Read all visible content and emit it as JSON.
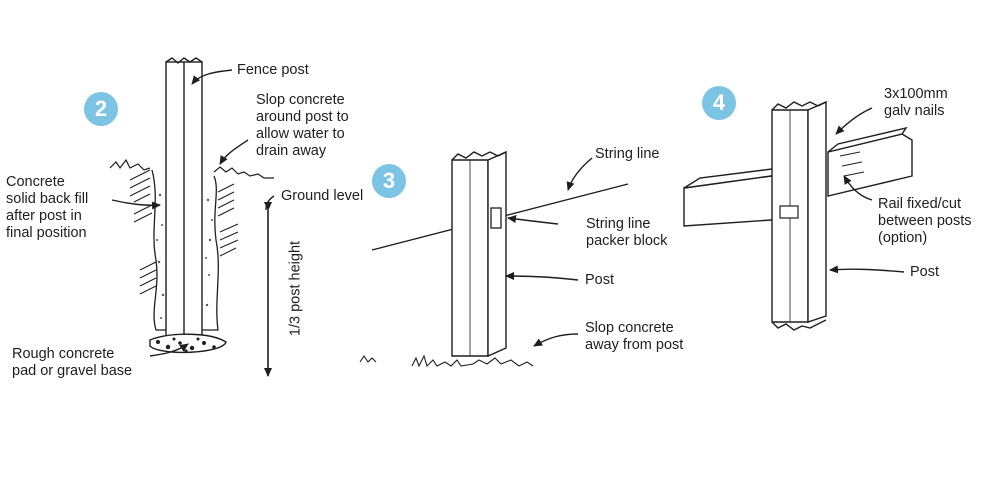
{
  "colors": {
    "badge": "#7cc4e4",
    "line": "#1e1e1e",
    "paper": "#ffffff"
  },
  "steps": [
    {
      "number": "2",
      "labels": {
        "fence_post": "Fence post",
        "slop_concrete": "Slop concrete\naround post to\nallow water to\ndrain away",
        "concrete_backfill": "Concrete\nsolid back fill\nafter post in\nfinal position",
        "ground_level": "Ground level",
        "post_height": "1/3 post height",
        "rough_pad": "Rough concrete\npad or gravel base"
      }
    },
    {
      "number": "3",
      "labels": {
        "string_line": "String line",
        "packer_block": "String line\npacker block",
        "post": "Post",
        "slop_away": "Slop concrete\naway from post"
      }
    },
    {
      "number": "4",
      "labels": {
        "nails": "3x100mm\ngalv nails",
        "rail": "Rail fixed/cut\nbetween posts\n(option)",
        "post": "Post"
      }
    }
  ]
}
